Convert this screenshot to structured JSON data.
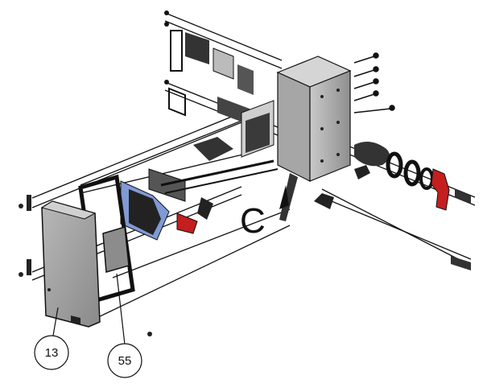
{
  "view_label": "C",
  "callouts": [
    {
      "number": "13"
    },
    {
      "number": "55"
    }
  ],
  "colors": {
    "steel": "#9a9a9a",
    "steel_dark": "#4a4a4a",
    "line": "#111111",
    "blue_bracket": "#6f8fcf",
    "red_clamp": "#c41e1e",
    "background": "#ffffff"
  }
}
